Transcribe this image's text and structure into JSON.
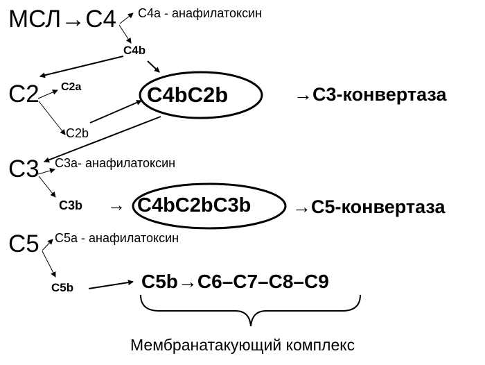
{
  "title_start": "МСЛ→С4",
  "c4a": "С4а - анафилатоксин",
  "c4b": "C4b",
  "c2": "C2",
  "c2a": "C2a",
  "c2b": "C2b",
  "c3_convertase_complex": "C4bC2b",
  "c3_convertase_label": "→С3-конвертаза",
  "c3": "C3",
  "c3a": "С3а- анафилатоксин",
  "c3b": "C3b",
  "c3b_arrow": "→",
  "c5_convertase_complex": "C4bC2bC3b",
  "c5_convertase_label": "→С5-конвертаза",
  "c5": "C5",
  "c5a": "С5а - анафилатоксин",
  "c5b": "C5b",
  "mac_chain": "C5b→C6–C7–C8–C9",
  "mac_label": "Мембранатакующий комплекс"
}
